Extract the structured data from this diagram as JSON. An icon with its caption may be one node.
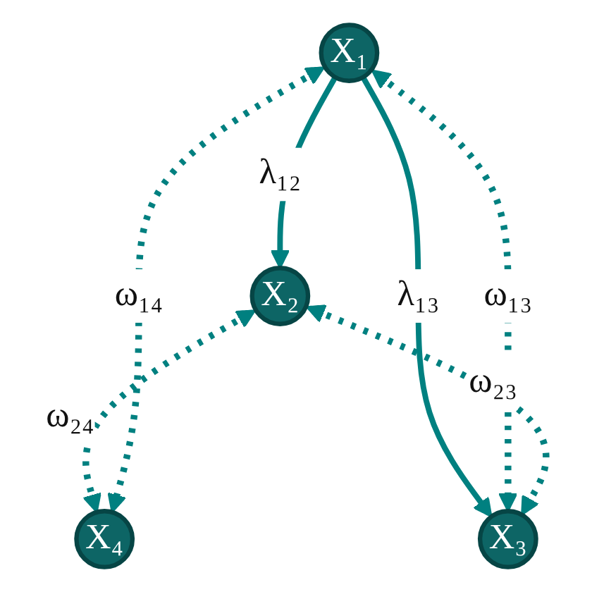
{
  "diagram": {
    "nodes": [
      {
        "text": [
          "X₁"
        ]
      },
      {
        "text": [
          "X₂"
        ]
      },
      {
        "text": [
          "X₃"
        ]
      },
      {
        "text": [
          "X₄"
        ]
      }
    ],
    "edges": [
      {
        "from": 0,
        "to": 1,
        "arrow": "to",
        "label": "λ₁₂"
      },
      {
        "from": 0,
        "to": 2,
        "arrow": "to",
        "label": "λ₁₃"
      },
      {
        "from": 0,
        "to": 2,
        "arrow": "both",
        "label": "ω₁₃",
        "style": "dashed"
      },
      {
        "from": 1,
        "to": 3,
        "arrow": "both",
        "label": "ω₂₄",
        "style": "dashed"
      },
      {
        "from": 1,
        "to": 2,
        "arrow": "both",
        "label": "ω₂₃",
        "style": "dashed"
      },
      {
        "from": 0,
        "to": 3,
        "arrow": "both",
        "label": "ω₁₄",
        "style": "dashed"
      }
    ]
  }
}
